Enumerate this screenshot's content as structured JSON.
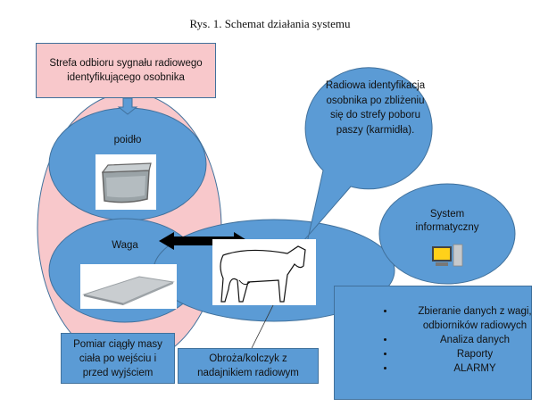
{
  "caption": "Rys. 1. Schemat działania systemu",
  "colors": {
    "pink": "#f8c8cb",
    "blue": "#5b9bd5",
    "border": "#41719c",
    "arrow": "#000000"
  },
  "nodes": {
    "reception_zone": {
      "label": "Strefa odbioru sygnału radiowego identyfikującego osobnika"
    },
    "drinker": {
      "label": "poidło",
      "image": "drinker-image"
    },
    "scale": {
      "label": "Waga",
      "image": "scale-platform-image"
    },
    "animal": {
      "image": "cow-image"
    },
    "radio_callout": {
      "label": "Radiowa identyfikacja osobnika po zbliżeniu się do strefy poboru paszy (karmidła)."
    },
    "it_system": {
      "label": "System informatyczny",
      "image": "computer-icon"
    },
    "mass_measurement": {
      "label": "Pomiar ciągły masy ciała po wejściu i przed wyjściem"
    },
    "collar": {
      "label": "Obroża/kolczyk z nadajnikiem radiowym"
    },
    "functions": {
      "items": [
        "Zbieranie danych z wagi, odbiorników radiowych",
        "Analiza danych",
        "Raporty",
        "ALARMY"
      ]
    }
  },
  "connectors": [
    {
      "from": "reception_zone",
      "to": "drinker",
      "type": "down-arrow"
    },
    {
      "from": "scale",
      "to": "animal",
      "type": "double-arrow"
    },
    {
      "from": "animal",
      "to": "collar",
      "type": "line"
    },
    {
      "from": "radio_callout",
      "to": "animal",
      "type": "callout-pointer"
    }
  ]
}
